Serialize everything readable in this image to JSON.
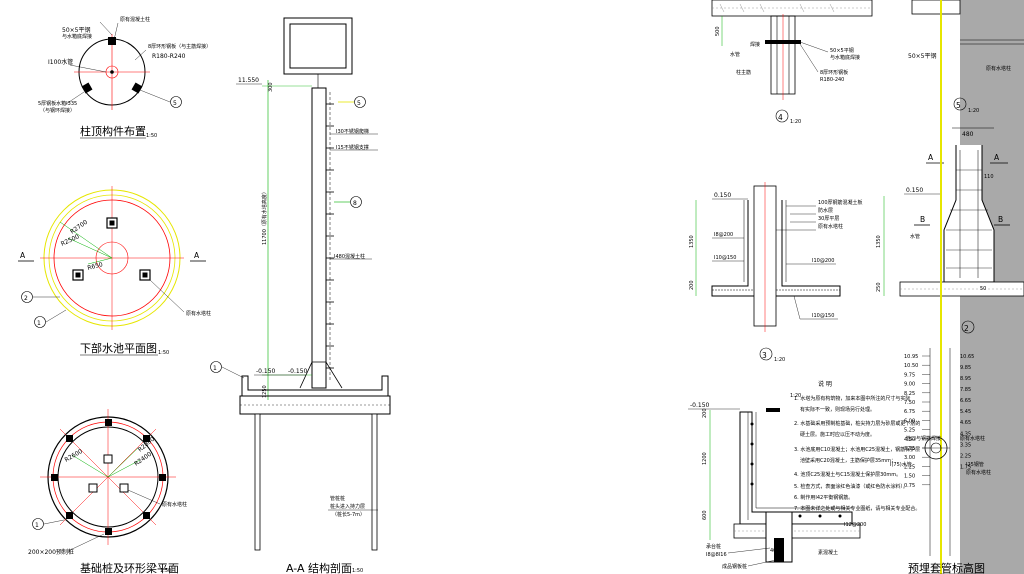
{
  "colors": {
    "line": "#000000",
    "red": "#ff0000",
    "green": "#00b000",
    "yellow": "#e6e600",
    "gray": "#a9a9a9",
    "hatch": "#808080"
  },
  "col_top": {
    "title": "柱顶构件布置",
    "scale": "1:50",
    "plate": "50×5平钢",
    "plate2": "与水箱底焊接",
    "ring_label": "8厚环形钢板（与主筋焊接）",
    "radius": "R180-R240",
    "pipe": "I100水管",
    "vertical": "原有混凝土柱",
    "small_plate": "5厚钢板水箱I335",
    "small_plate2": "（与钢环焊接）",
    "marker5": "5"
  },
  "pool_plan": {
    "title": "下部水池平面图",
    "scale": "1:50",
    "r1": "R2700",
    "r2": "R2500",
    "r3": "R650",
    "section_a": "A",
    "marker2": "2",
    "marker1": "1",
    "column_label": "原有水塔柱"
  },
  "foundation_plan": {
    "title": "基础桩及环形梁平面",
    "scale": "1:50",
    "r1": "R2600",
    "r2": "R2400",
    "r3": "R2800",
    "column_label": "原有水塔柱",
    "pile_label": "200×200预制桩",
    "marker1": "1"
  },
  "section_aa": {
    "title": "A-A 结构剖面",
    "scale": "1:50",
    "elev_top": "11.550",
    "elev_m1": "-0.150",
    "elev_m2": "-0.150",
    "dim_300": "300",
    "dim_total": "11700（原有水塔高度）",
    "dim_1250": "1250",
    "ladder1": "I30不锈钢爬梯",
    "ladder2": "I15不锈钢支撑",
    "clamp": "I480混凝土柱",
    "marker5": "5",
    "marker8": "8",
    "marker1": "1",
    "pile_note": "管桩桩",
    "pile_note2": "桩头进入持力层",
    "pile_note3": "（桩长5-7m）"
  },
  "detail4": {
    "marker": "4",
    "scale": "1:20",
    "dim_500": "500",
    "pipe": "水管",
    "weld": "焊接",
    "plate": "50×5平钢",
    "plate2": "与水箱底焊接",
    "ring": "8厚环形钢板",
    "radius": "R180-240",
    "column": "柱主筋"
  },
  "detail5": {
    "marker": "5",
    "scale": "1:20",
    "plate": "50×5平钢",
    "column": "原有水塔柱",
    "dim_480": "480",
    "section_a": "A",
    "section_b": "B",
    "dim_1350": "1350",
    "dim_250": "250",
    "elev": "0.150",
    "pipe": "水管",
    "dim_50": "50",
    "dim_110": "110",
    "marker2": "2"
  },
  "detail3": {
    "marker": "3",
    "scale": "1:20",
    "elev": "0.150",
    "dim_1350": "1350",
    "dim_200": "200",
    "rebar1": "I8@200",
    "rebar2": "I10@150",
    "rebar3": "I10@200",
    "rebar4": "I10@150",
    "note1": "100厚钢筋混凝土板",
    "note2": "防水层",
    "note3": "30厚平层",
    "note4": "原有水塔柱"
  },
  "detail2": {
    "scale": "1:20",
    "elev": "-0.150",
    "dim_200": "200",
    "dim_1200": "1200",
    "dim_600": "600",
    "rebar": "I12@200",
    "pile": "I8@8I16",
    "dim_400": "400",
    "cushion": "素混凝土",
    "note_bottom": "成品钢板桩",
    "cap": "承台桩"
  },
  "notes": {
    "heading": "说  明",
    "lines": [
      "1. 水塔为原有构筑物，加来本图中所注的尺寸与实际",
      "有实际不一致，则现场另行处理。",
      "2. 水基础采用预制桩基础，桩尖持力层为砂层或更下层的",
      "硬土层。施工时应以压不动为度。",
      "3. 水池底用C10混凝土；水池用C25混凝土，钢筋保护层",
      "池壁采用C20混凝土，主筋保护层35mm；",
      "4. 池顶C25混凝土与C15混凝土保护层30mm。",
      "5. 检查方式，表面涂红色油漆（或红色防水涂料）。",
      "6. 制作用I42平衡钢钢筋。",
      "7. 本图未详之处或与相关专业图纸，请与相关专业配合。"
    ]
  },
  "elevation": {
    "title": "预埋套管标高图",
    "values": [
      "10.95",
      "10.50",
      "9.75",
      "9.00",
      "8.25",
      "7.50",
      "6.75",
      "6.00",
      "5.25",
      "4.50",
      "3.75",
      "3.00",
      "2.25",
      "1.50",
      "0.75"
    ],
    "values2": [
      "10.65",
      "9.85",
      "8.95",
      "7.85",
      "6.65",
      "5.45",
      "4.65",
      "4.35",
      "3.35",
      "2.25",
      "1.75"
    ],
    "note1": "原有水塔柱",
    "note2": "I25钢管",
    "note3": "原有水塔柱",
    "dim_75": "I(75)水管",
    "pipe": "管口与钢筋焊接"
  }
}
